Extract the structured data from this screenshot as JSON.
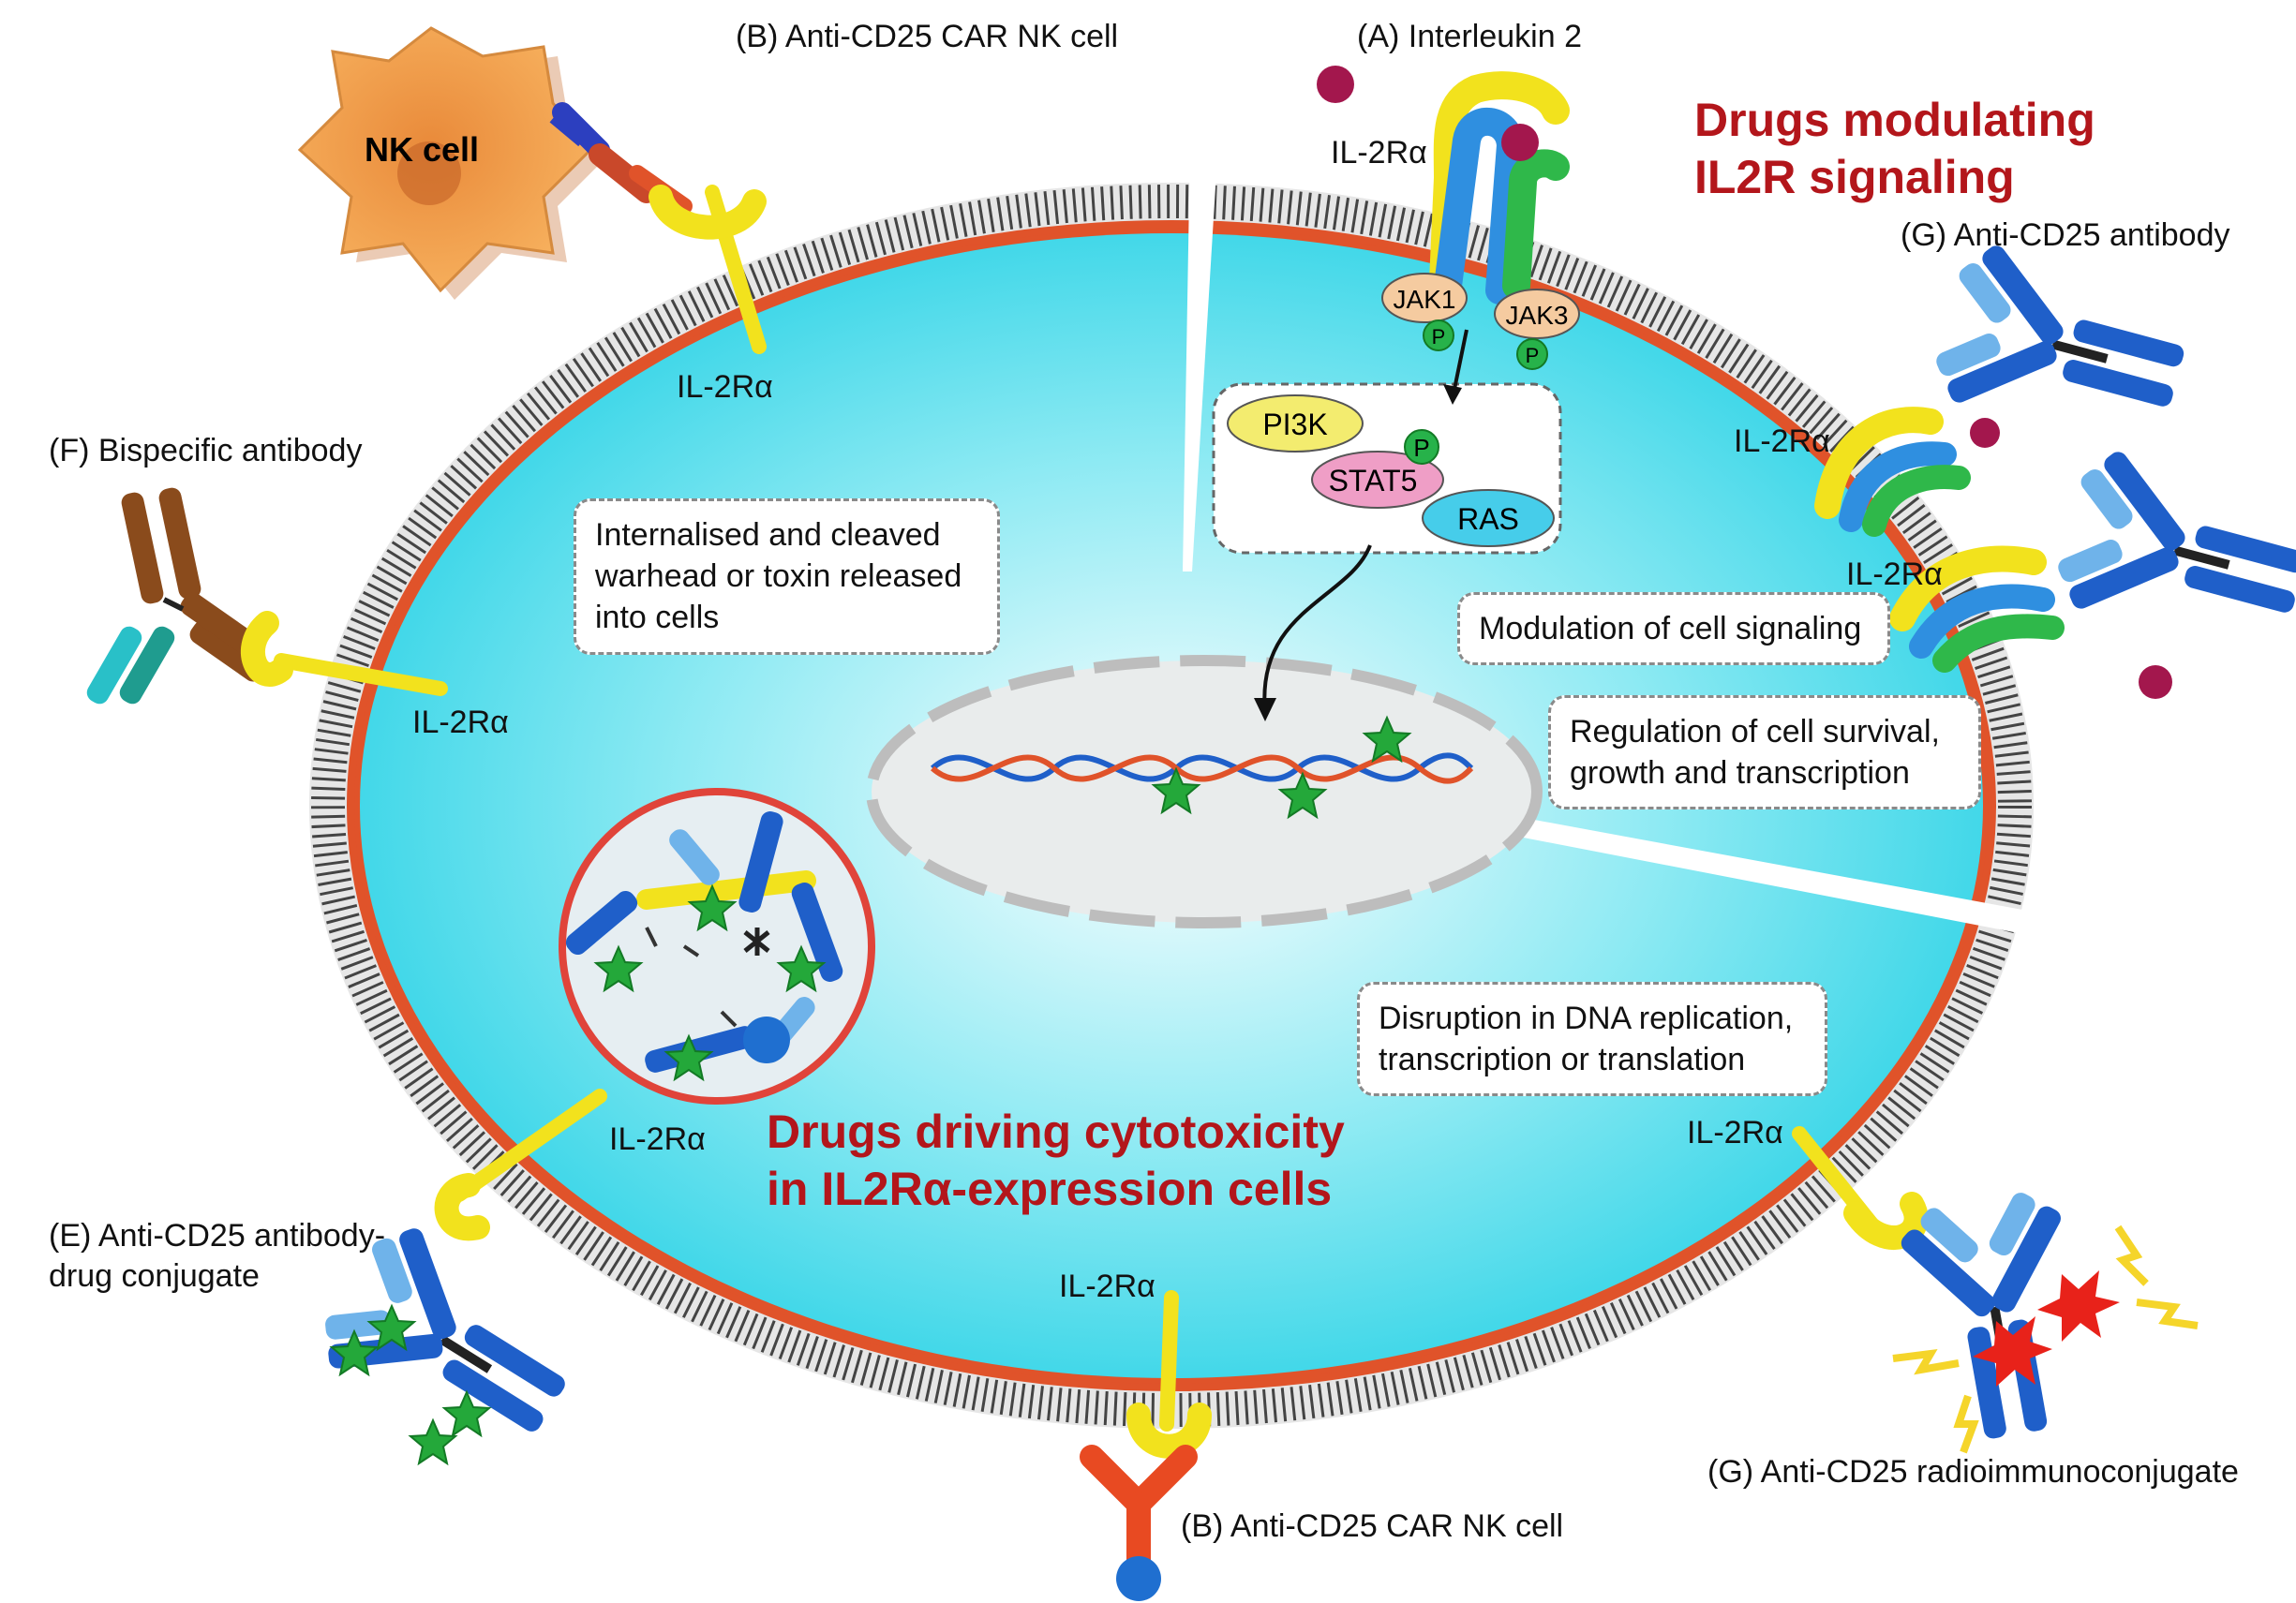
{
  "headings": {
    "modulating": [
      "Drugs modulating",
      "IL2R signaling"
    ],
    "cytotoxicity": [
      "Drugs driving cytotoxicity",
      "in IL2Rα-expression cells"
    ]
  },
  "labels": {
    "b_top": "(B) Anti-CD25 CAR NK cell",
    "a": "(A) Interleukin 2",
    "g_antibody": "(G) Anti-CD25 antibody",
    "f": "(F) Bispecific antibody",
    "e": [
      "(E) Anti-CD25 antibody-",
      "drug conjugate"
    ],
    "b_bottom": "(B) Anti-CD25 CAR NK cell",
    "g_radio": "(G) Anti-CD25 radioimmunoconjugate"
  },
  "receptor_label": "IL-2Rα",
  "nk_cell": "NK cell",
  "proteins": {
    "jak1": "JAK1",
    "jak3": "JAK3",
    "phospho": "P",
    "pi3k": "PI3K",
    "stat5": "STAT5",
    "ras": "RAS"
  },
  "boxes": {
    "internalised": [
      "Internalised and cleaved",
      "warhead or toxin released",
      "into cells"
    ],
    "modulation": "Modulation of cell signaling",
    "regulation": [
      "Regulation of cell survival,",
      "growth and transcription"
    ],
    "disruption": [
      "Disruption in DNA replication,",
      "transcription or translation"
    ]
  },
  "colors": {
    "cytoplasm": "#2fd3e6",
    "membrane": "#e0532a",
    "heading": "#b3161b",
    "il2ra": "#f2e21d",
    "antibody_dark": "#1f5fc9",
    "antibody_light": "#6fb3ea",
    "payload": "#24a83a",
    "il2": "#a3174d",
    "nk_cell": "#f5a64a"
  }
}
